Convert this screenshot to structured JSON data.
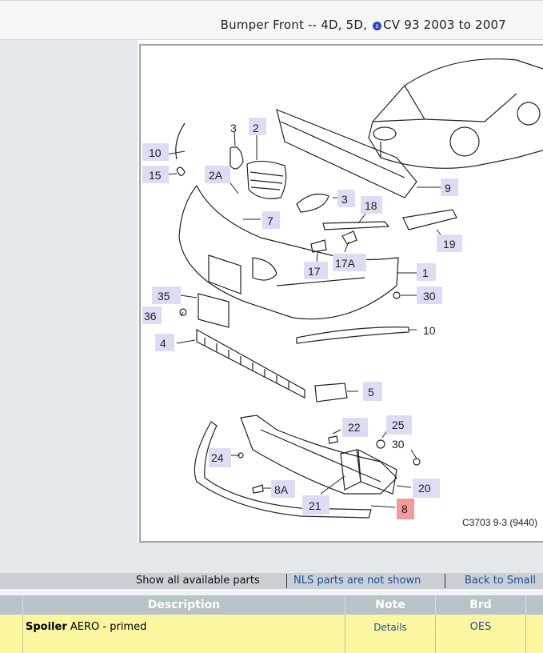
{
  "header": {
    "title_prefix": "Bumper Front -- 4D, 5D,",
    "title_suffix": "CV 93 2003 to 2007",
    "info_glyph": "s"
  },
  "diagram": {
    "caption": "C3703 9-3 (9440)",
    "callouts": [
      "10",
      "15",
      "2A",
      "3",
      "2",
      "7",
      "3",
      "18",
      "9",
      "17",
      "17A",
      "1",
      "19",
      "35",
      "36",
      "30",
      "4",
      "10",
      "5",
      "22",
      "25",
      "24",
      "30",
      "8A",
      "21",
      "20",
      "8"
    ]
  },
  "links": {
    "show_all": "Show all available parts",
    "nls": "NLS parts are not shown",
    "back": "Back to Small"
  },
  "table": {
    "headers": [
      "Description",
      "Note",
      "Brd"
    ],
    "rows": [
      {
        "name": "Spoiler",
        "desc": "AERO - primed",
        "note": "Details",
        "brand": "OES"
      }
    ]
  },
  "colors": {
    "callout_bg": "#dcdcf5",
    "highlight_bg": "#f39a9a",
    "row_highlight": "#fbf7a0",
    "link_blue": "#1a4f9a"
  }
}
